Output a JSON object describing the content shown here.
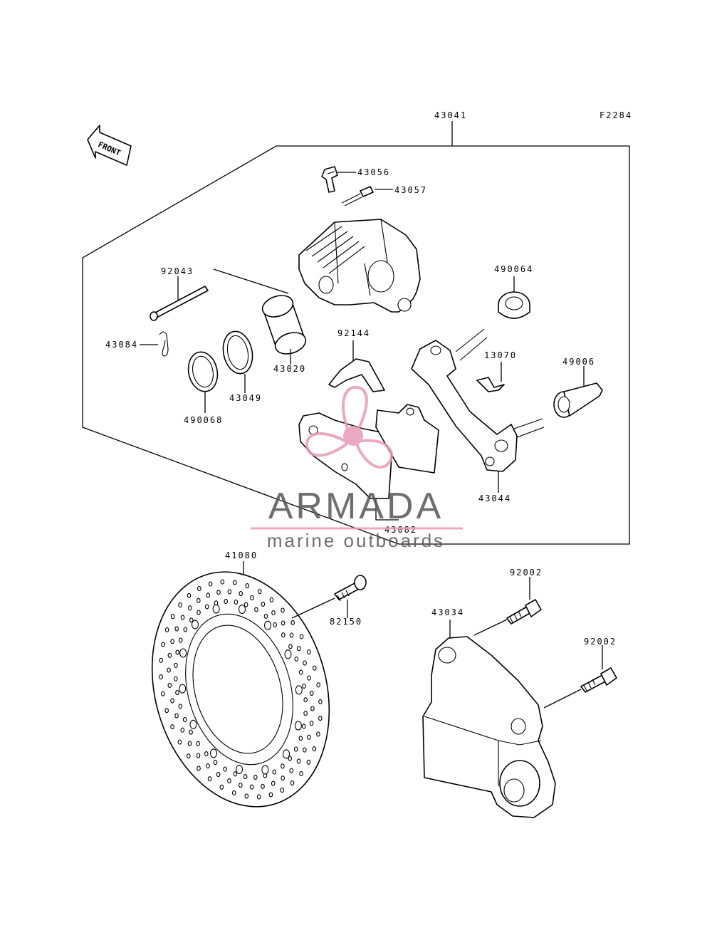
{
  "figure_code": "F2284",
  "front_label": "FRONT",
  "parts": {
    "p43041": "43041",
    "p43056": "43056",
    "p43057": "43057",
    "p92043": "92043",
    "p490064": "490064",
    "p43084": "43084",
    "p92144": "92144",
    "p13070": "13070",
    "p49006": "49006",
    "p43020": "43020",
    "p43049": "43049",
    "p490068": "490068",
    "p43044": "43044",
    "p43082": "43082",
    "p41080": "41080",
    "p82150": "82150",
    "p92002a": "92002",
    "p43034": "43034",
    "p92002b": "92002"
  },
  "watermark": {
    "brand": "ARMADA",
    "tagline": "marine outboards",
    "color": "#e89ab8",
    "text_color": "#555555"
  }
}
